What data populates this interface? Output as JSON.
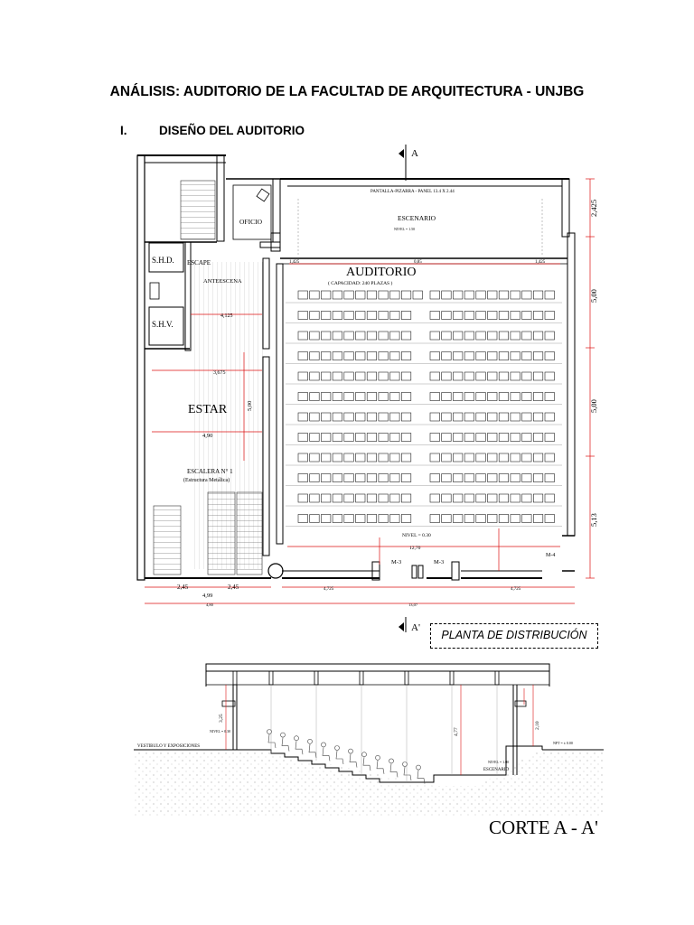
{
  "document": {
    "title": "ANÁLISIS: AUDITORIO DE LA FACULTAD DE ARQUITECTURA - UNJBG",
    "section_number": "I.",
    "section_title": "DISEÑO DEL AUDITORIO"
  },
  "plan": {
    "section_marker_top": "A",
    "section_marker_bottom": "A'",
    "caption": "PLANTA DE DISTRIBUCIÓN",
    "rooms": {
      "auditorio": "AUDITORIO",
      "capacidad": "( CAPACIDAD: 240 PLAZAS )",
      "escenario": "ESCENARIO",
      "pantalla": "PANTALLA-PIZARRA - PANEL 13.4 X 2.44",
      "estar": "ESTAR",
      "escalera": "ESCALERA N° 1",
      "escalera_sub": "(Estructura Metálica)",
      "antescena": "ANTEESCENA",
      "oficio": "OFICIO",
      "escape": "ESCAPE",
      "shd": "S.H.D.",
      "shv": "S.H.V."
    },
    "levels": {
      "main": "NIVEL = 0.30",
      "stage": "NIVEL = 1.50"
    },
    "doors": {
      "m3_left": "M-3",
      "m3_right": "M-3",
      "m4": "M-4"
    },
    "dimensions": {
      "right_1": "2,425",
      "right_2": "5,00",
      "right_3": "5,00",
      "right_4": "5,13",
      "estar_width": "4,90",
      "estar_height": "5,00",
      "width_1": "4,125",
      "width_2": "3,675",
      "stair_w1": "2,45",
      "stair_w2": "2,45",
      "stair_total": "4,99",
      "bottom_1": "4,725",
      "bottom_2": "4,725",
      "hall_width": "12,70",
      "stage_l": "1,425",
      "stage_r": "1,425",
      "stage_mid": "0,85",
      "total_w": "13,07",
      "left_total": "4,80"
    }
  },
  "section": {
    "title": "CORTE A - A'",
    "vestibulo": "VESTIBULO Y EXPOSICIONES",
    "escenario": "ESCENARIO",
    "nivel_left": "NIVEL = 0.30",
    "nivel_right": "NPT = ± 0.00",
    "nivel_stage": "NIVEL = 1.00",
    "height_1": "3,25",
    "height_2": "4,77",
    "height_3": "2,10"
  }
}
